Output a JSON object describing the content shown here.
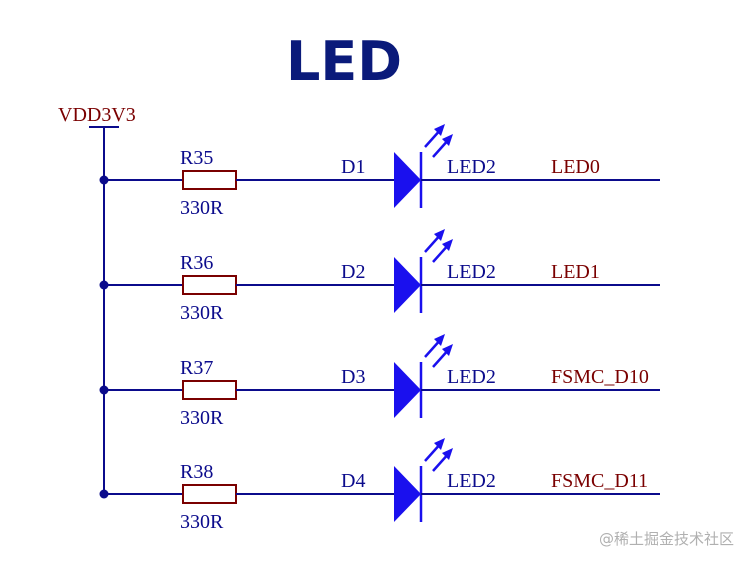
{
  "title": "LED",
  "power_net": "VDD3V3",
  "rows": [
    {
      "resistor": "R35",
      "value": "330R",
      "diode": "D1",
      "part": "LED2",
      "net": "LED0"
    },
    {
      "resistor": "R36",
      "value": "330R",
      "diode": "D2",
      "part": "LED2",
      "net": "LED1"
    },
    {
      "resistor": "R37",
      "value": "330R",
      "diode": "D3",
      "part": "LED2",
      "net": "FSMC_D10"
    },
    {
      "resistor": "R38",
      "value": "330R",
      "diode": "D4",
      "part": "LED2",
      "net": "FSMC_D11"
    }
  ],
  "watermark": "@稀土掘金技术社区",
  "colors": {
    "wire": "#0b0b8c",
    "diode": "#1a10ee",
    "net_label": "#7a0000",
    "resistor": "#7a0000",
    "title": "#0a1a7a"
  }
}
